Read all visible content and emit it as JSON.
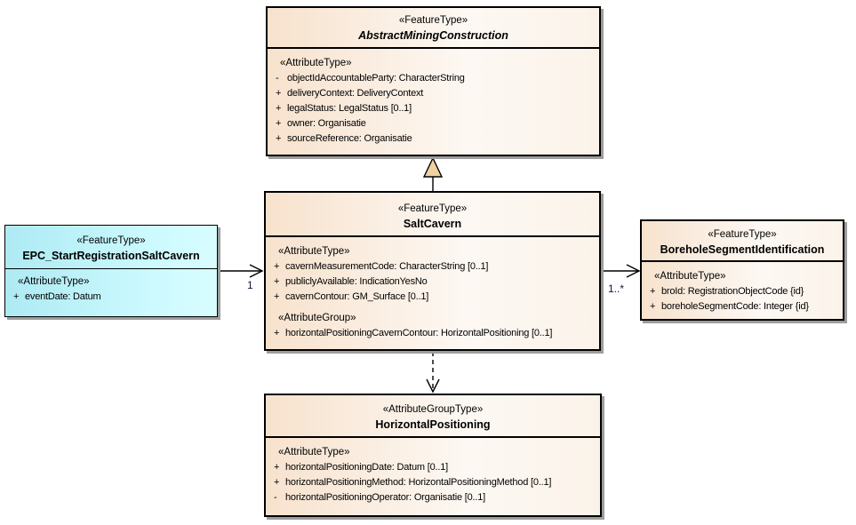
{
  "diagram": {
    "type": "uml-class-diagram",
    "colors": {
      "class_fill_start": "#f7e2cd",
      "class_fill_end": "#fbf3ea",
      "event_fill_start": "#aeeaf3",
      "event_fill_end": "#d8fdff",
      "border": "#000000",
      "shadow": "#9d9d9d",
      "generalization_triangle_fill": "#efd2a2"
    },
    "classes": [
      {
        "stereotype": "«FeatureType»",
        "name": "AbstractMiningConstruction",
        "abstract": true,
        "sections": [
          {
            "heading": "«AttributeType»",
            "rows": [
              {
                "vis": "-",
                "text": "objectIdAccountableParty: CharacterString"
              },
              {
                "vis": "+",
                "text": "deliveryContext: DeliveryContext"
              },
              {
                "vis": "+",
                "text": "legalStatus: LegalStatus [0..1]"
              },
              {
                "vis": "+",
                "text": "owner: Organisatie"
              },
              {
                "vis": "+",
                "text": "sourceReference: Organisatie"
              }
            ]
          }
        ]
      },
      {
        "stereotype": "«FeatureType»",
        "name": "SaltCavern",
        "abstract": false,
        "sections": [
          {
            "heading": "«AttributeType»",
            "rows": [
              {
                "vis": "+",
                "text": "cavernMeasurementCode: CharacterString [0..1]"
              },
              {
                "vis": "+",
                "text": "publiclyAvailable: IndicationYesNo"
              },
              {
                "vis": "+",
                "text": "cavernContour: GM_Surface [0..1]"
              }
            ]
          },
          {
            "heading": "«AttributeGroup»",
            "rows": [
              {
                "vis": "+",
                "text": "horizontalPositioningCavernContour: HorizontalPositioning [0..1]"
              }
            ]
          }
        ]
      },
      {
        "stereotype": "«FeatureType»",
        "name": "EPC_StartRegistrationSaltCavern",
        "abstract": false,
        "sections": [
          {
            "heading": "«AttributeType»",
            "rows": [
              {
                "vis": "+",
                "text": "eventDate: Datum"
              }
            ]
          }
        ]
      },
      {
        "stereotype": "«FeatureType»",
        "name": "BoreholeSegmentIdentification",
        "abstract": false,
        "sections": [
          {
            "heading": "«AttributeType»",
            "rows": [
              {
                "vis": "+",
                "text": "broId: RegistrationObjectCode {id}"
              },
              {
                "vis": "+",
                "text": "boreholeSegmentCode: Integer {id}"
              }
            ]
          }
        ]
      },
      {
        "stereotype": "«AttributeGroupType»",
        "name": "HorizontalPositioning",
        "abstract": false,
        "sections": [
          {
            "heading": "«AttributeType»",
            "rows": [
              {
                "vis": "+",
                "text": "horizontalPositioningDate: Datum [0..1]"
              },
              {
                "vis": "+",
                "text": "horizontalPositioningMethod: HorizontalPositioningMethod [0..1]"
              },
              {
                "vis": "-",
                "text": "horizontalPositioningOperator: Organisatie [0..1]"
              }
            ]
          }
        ]
      }
    ],
    "connectors": [
      {
        "kind": "generalization",
        "from": "SaltCavern",
        "to": "AbstractMiningConstruction"
      },
      {
        "kind": "association",
        "from": "EPC_StartRegistrationSaltCavern",
        "to": "SaltCavern",
        "target_multiplicity": "1"
      },
      {
        "kind": "association",
        "from": "SaltCavern",
        "to": "BoreholeSegmentIdentification",
        "target_multiplicity": "1..*"
      },
      {
        "kind": "dependency",
        "from": "SaltCavern",
        "to": "HorizontalPositioning"
      }
    ]
  }
}
